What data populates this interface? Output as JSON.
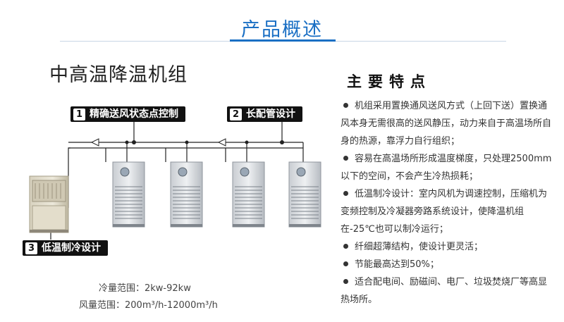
{
  "header": {
    "title": "产品概述",
    "accent_color": "#1a6fc4"
  },
  "product": {
    "name": "中高温降温机组"
  },
  "diagram": {
    "labels": [
      {
        "number": "1",
        "text": "精确送风状态点控制"
      },
      {
        "number": "2",
        "text": "长配管设计"
      },
      {
        "number": "3",
        "text": "低温制冷设计"
      }
    ],
    "indoor_unit_count": 4,
    "outdoor_unit_icon": "outdoor-condensing-unit-icon",
    "indoor_unit_icon": "indoor-cabinet-unit-icon"
  },
  "specs": {
    "cooling_capacity": "冷量范围：2kw-92kw",
    "air_volume": "风量范围：200m³/h-12000m³/h"
  },
  "features": {
    "title": "主要特点",
    "items": [
      "机组采用置换通风送风方式（上回下送）置换通风本身无需很高的送风静压，动力来自于高温场所自身的热源，靠浮力自行组织；",
      "容易在高温场所形成温度梯度，只处理2500mm以下的空间，不会产生冷热损耗；",
      "低温制冷设计：室内风机为调速控制，压缩机为变频控制及冷凝器旁路系统设计，使降温机组在-25℃也可以制冷运行；",
      "纤细超薄结构，使设计更灵活；",
      "节能最高达到50%；",
      "适合配电间、励磁间、电厂、垃圾焚烧厂等高显热场所。"
    ]
  }
}
